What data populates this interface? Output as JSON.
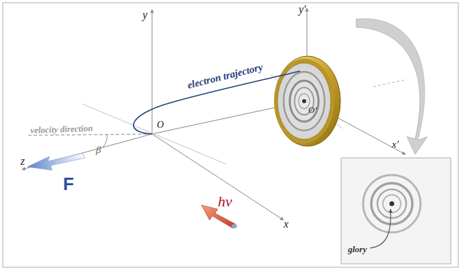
{
  "diagram": {
    "labels": [
      "y'",
      "y",
      "electron trajectory",
      "velocity direction",
      "O",
      "O'",
      "x'",
      "z",
      "β",
      "F",
      "hν",
      "x",
      "glory"
    ]
  }
}
